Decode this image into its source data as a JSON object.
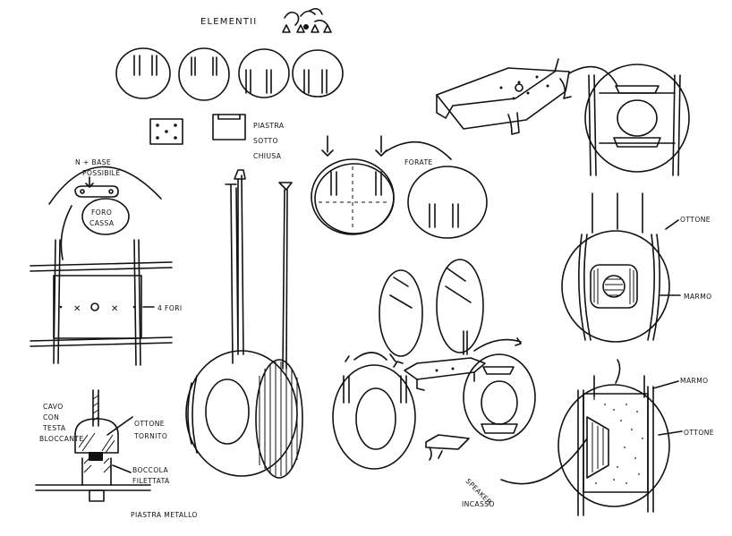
{
  "labels": {
    "elementi": "ELEMENTII",
    "piastra_1": "PIASTRA",
    "piastra_2": "SOTTO",
    "piastra_3": "CHIUSA",
    "fori_1": "N + BASE",
    "fori_2": "POSSIBILE",
    "foro_1": "FORO",
    "foro_2": "CASSA",
    "quattro_fori": "4 FORI",
    "cavo_1": "CAVO",
    "cavo_2": "CON",
    "cavo_3": "TESTA",
    "cavo_4": "BLOCCANTE",
    "ottone_1": "OTTONE",
    "ottone_2": "TORNITO",
    "boccola_1": "BOCCOLA",
    "boccola_2": "FILETTATA",
    "piastra_metallo": "PIASTRA METALLO",
    "forate": "FORATE",
    "ottone_right": "OTTONE",
    "marmo_1": "MARMO",
    "marmo_2": "MARMO",
    "ottone_bottom": "OTTONE",
    "speaker_1": "SPEAKER",
    "speaker_2": "INCASSO"
  },
  "colors": {
    "ink": "#111111",
    "paper": "#ffffff"
  }
}
